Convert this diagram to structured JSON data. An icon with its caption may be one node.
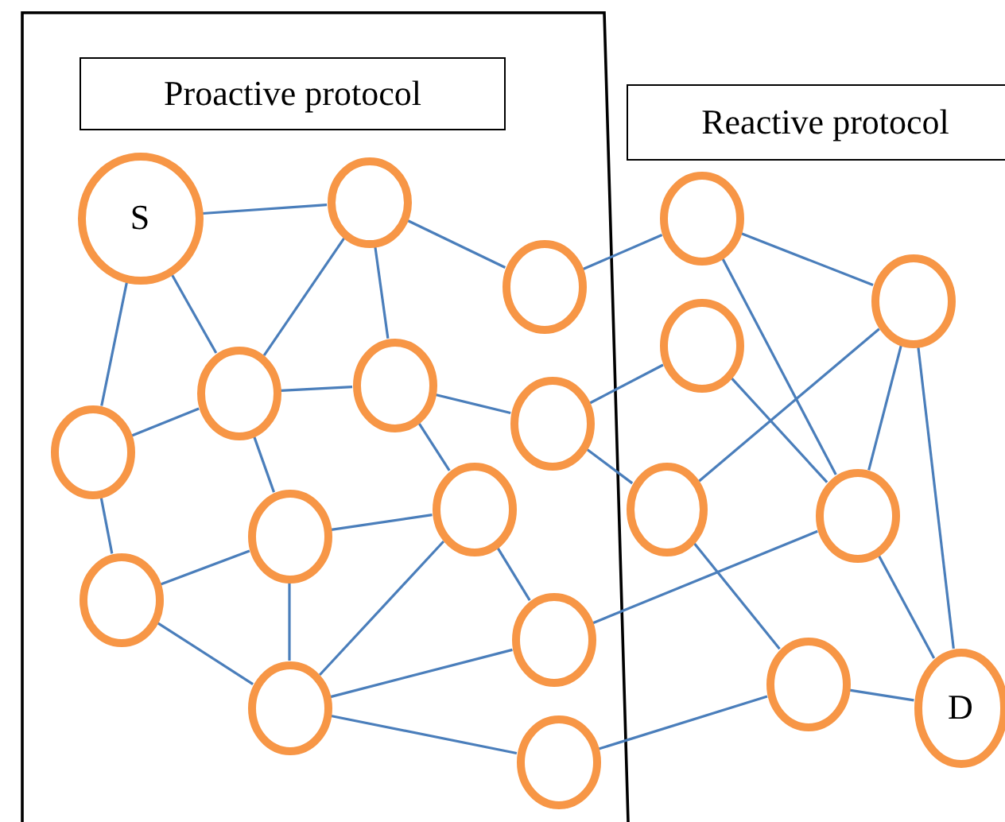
{
  "diagram": {
    "nodes": [
      {
        "text": [
          "Proactive protocol"
        ]
      },
      {
        "text": [
          "Reactive protocol"
        ]
      },
      {
        "text": [
          "S"
        ]
      },
      {
        "text": [],
        "shape": "circle"
      },
      {
        "text": [],
        "shape": "circle"
      },
      {
        "text": [],
        "shape": "circle"
      },
      {
        "text": [],
        "shape": "circle"
      },
      {
        "text": [],
        "shape": "circle"
      },
      {
        "text": [],
        "shape": "circle"
      },
      {
        "text": [],
        "shape": "circle"
      },
      {
        "text": [],
        "shape": "circle"
      },
      {
        "text": [],
        "shape": "circle"
      },
      {
        "text": [],
        "shape": "circle"
      },
      {
        "text": [],
        "shape": "circle"
      },
      {
        "text": [],
        "shape": "circle"
      },
      {
        "text": [],
        "shape": "circle"
      },
      {
        "text": [],
        "shape": "circle"
      },
      {
        "text": [],
        "shape": "circle"
      },
      {
        "text": [],
        "shape": "circle"
      },
      {
        "text": [],
        "shape": "circle"
      },
      {
        "text": [
          "D"
        ]
      },
      {
        "text": [],
        "shape": "circle"
      }
    ],
    "edges": [
      {
        "from": 2,
        "to": 3,
        "arrow": "none"
      },
      {
        "from": 2,
        "to": 11,
        "arrow": "none"
      },
      {
        "from": 2,
        "to": 9,
        "arrow": "none"
      },
      {
        "from": 3,
        "to": 9,
        "arrow": "none"
      },
      {
        "from": 3,
        "to": 8,
        "arrow": "none"
      },
      {
        "from": 3,
        "to": 5,
        "arrow": "none"
      },
      {
        "from": 5,
        "to": 4,
        "arrow": "none"
      },
      {
        "from": 4,
        "to": 6,
        "arrow": "none"
      },
      {
        "from": 4,
        "to": 14,
        "arrow": "none"
      },
      {
        "from": 6,
        "to": 13,
        "arrow": "none"
      },
      {
        "from": 6,
        "to": 14,
        "arrow": "none"
      },
      {
        "from": 6,
        "to": 20,
        "arrow": "none"
      },
      {
        "from": 7,
        "to": 10,
        "arrow": "none"
      },
      {
        "from": 7,
        "to": 14,
        "arrow": "none"
      },
      {
        "from": 9,
        "to": 8,
        "arrow": "none"
      },
      {
        "from": 9,
        "to": 11,
        "arrow": "none"
      },
      {
        "from": 9,
        "to": 15,
        "arrow": "none"
      },
      {
        "from": 8,
        "to": 10,
        "arrow": "none"
      },
      {
        "from": 8,
        "to": 12,
        "arrow": "none"
      },
      {
        "from": 10,
        "to": 13,
        "arrow": "none"
      },
      {
        "from": 11,
        "to": 16,
        "arrow": "none"
      },
      {
        "from": 12,
        "to": 15,
        "arrow": "none"
      },
      {
        "from": 12,
        "to": 17,
        "arrow": "none"
      },
      {
        "from": 12,
        "to": 19,
        "arrow": "none"
      },
      {
        "from": 15,
        "to": 16,
        "arrow": "none"
      },
      {
        "from": 15,
        "to": 19,
        "arrow": "none"
      },
      {
        "from": 16,
        "to": 19,
        "arrow": "none"
      },
      {
        "from": 13,
        "to": 18,
        "arrow": "none"
      },
      {
        "from": 17,
        "to": 14,
        "arrow": "none"
      },
      {
        "from": 19,
        "to": 17,
        "arrow": "none"
      },
      {
        "from": 19,
        "to": 21,
        "arrow": "none"
      },
      {
        "from": 21,
        "to": 18,
        "arrow": "none"
      },
      {
        "from": 18,
        "to": 20,
        "arrow": "none"
      },
      {
        "from": 14,
        "to": 20,
        "arrow": "none"
      }
    ]
  }
}
